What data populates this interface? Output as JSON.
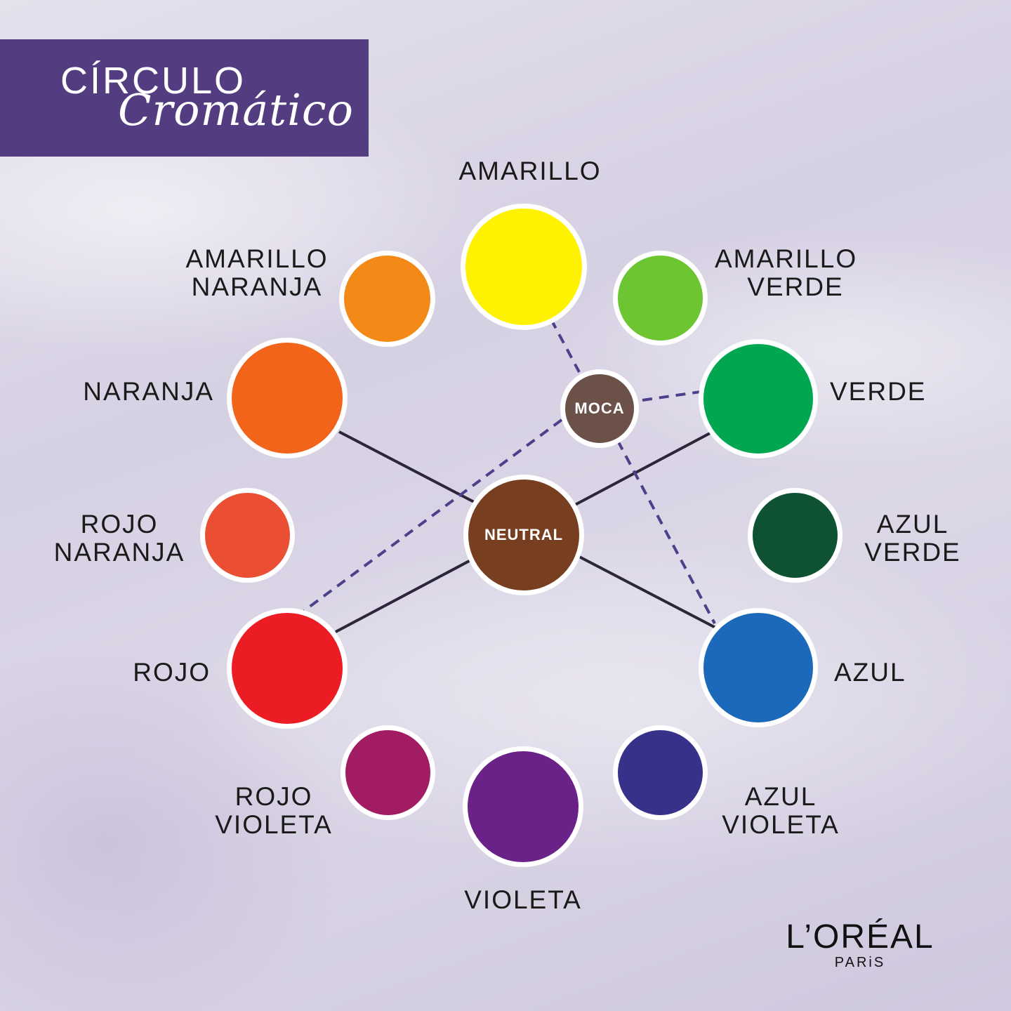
{
  "title": {
    "main": "CÍRCULO",
    "script": "Cromático",
    "background_color": "#533c80"
  },
  "colors": [
    {
      "id": "amarillo",
      "label_lines": [
        "AMARILLO"
      ],
      "hex": "#fff200",
      "size": "large"
    },
    {
      "id": "amarillo-verde",
      "label_lines": [
        "AMARILLO",
        "VERDE"
      ],
      "hex": "#6cc531",
      "size": "small"
    },
    {
      "id": "verde",
      "label_lines": [
        "VERDE"
      ],
      "hex": "#00a650",
      "size": "large"
    },
    {
      "id": "azul-verde",
      "label_lines": [
        "AZUL",
        "VERDE"
      ],
      "hex": "#0f5133",
      "size": "small"
    },
    {
      "id": "azul",
      "label_lines": [
        "AZUL"
      ],
      "hex": "#1c69bb",
      "size": "large"
    },
    {
      "id": "azul-violeta",
      "label_lines": [
        "AZUL",
        "VIOLETA"
      ],
      "hex": "#37318a",
      "size": "small"
    },
    {
      "id": "violeta",
      "label_lines": [
        "VIOLETA"
      ],
      "hex": "#6a2289",
      "size": "large"
    },
    {
      "id": "rojo-violeta",
      "label_lines": [
        "ROJO",
        "VIOLETA"
      ],
      "hex": "#a21c64",
      "size": "small"
    },
    {
      "id": "rojo",
      "label_lines": [
        "ROJO"
      ],
      "hex": "#ec1c24",
      "size": "large"
    },
    {
      "id": "rojo-naranja",
      "label_lines": [
        "ROJO",
        "NARANJA"
      ],
      "hex": "#ea4e33",
      "size": "small"
    },
    {
      "id": "naranja",
      "label_lines": [
        "NARANJA"
      ],
      "hex": "#f26419",
      "size": "large"
    },
    {
      "id": "amarillo-naranja",
      "label_lines": [
        "AMARILLO",
        "NARANJA"
      ],
      "hex": "#f38a17",
      "size": "small"
    }
  ],
  "center": {
    "neutral": {
      "label": "NEUTRAL",
      "hex": "#773e20"
    },
    "moca": {
      "label": "MOCA",
      "hex": "#6b5148"
    }
  },
  "connections": {
    "solid": [
      [
        "naranja",
        "azul"
      ],
      [
        "rojo",
        "verde"
      ]
    ],
    "dashed": [
      [
        "amarillo",
        "azul"
      ],
      [
        "moca",
        "verde"
      ],
      [
        "moca",
        "rojo"
      ]
    ]
  },
  "logo": {
    "main": "L’ORÉAL",
    "sub": "PARiS"
  }
}
